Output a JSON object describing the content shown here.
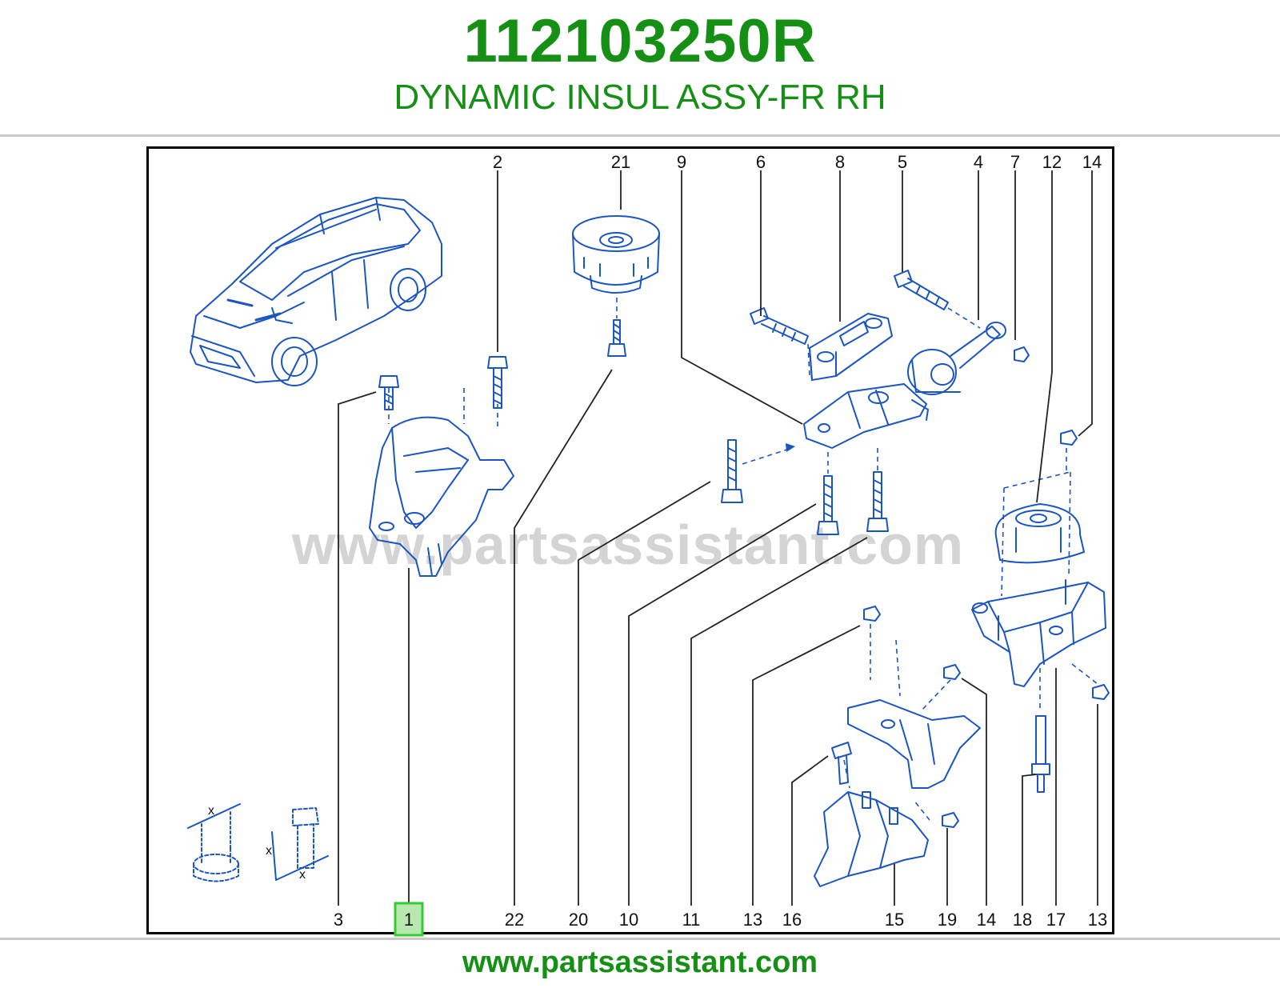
{
  "header": {
    "part_number": "112103250R",
    "part_name": "DYNAMIC INSUL ASSY-FR RH"
  },
  "diagram": {
    "watermark": "www.partsassistant.com",
    "highlighted_callout": "1",
    "callouts_top": [
      "2",
      "21",
      "9",
      "6",
      "8",
      "5",
      "4",
      "7",
      "12",
      "14"
    ],
    "callouts_bottom": [
      "3",
      "1",
      "22",
      "20",
      "10",
      "11",
      "13",
      "16",
      "15",
      "19",
      "14",
      "18",
      "17",
      "13"
    ],
    "dimension_marks": [
      "x",
      "x",
      "x"
    ],
    "colors": {
      "line_art": "#1a55c0",
      "highlight": "#33cc33",
      "brand": "#159015"
    }
  },
  "footer": {
    "url": "www.partsassistant.com"
  }
}
